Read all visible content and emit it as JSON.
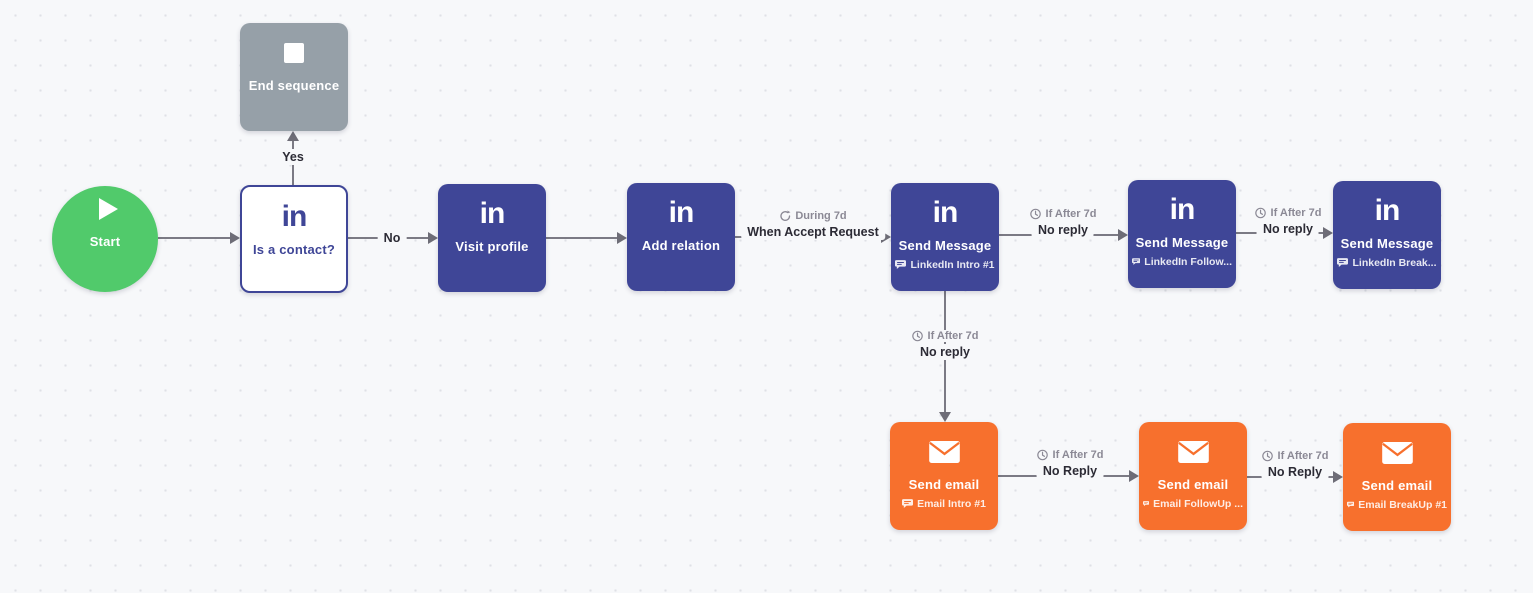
{
  "glyphs": {
    "linkedin": "in"
  },
  "colors": {
    "canvas_bg": "#f7f8fa",
    "dot": "#dfe1e6",
    "linkedin_node": "#3f4697",
    "email_node": "#f7702d",
    "start_node": "#51ca6b",
    "end_node": "#96a0a8",
    "edge_line": "#7b7a84",
    "edge_condition_text": "#8b8995",
    "edge_label_text": "#2c2b35"
  },
  "nodes": [
    {
      "id": "start",
      "type": "start",
      "icon": "play-icon",
      "label": "Start"
    },
    {
      "id": "end-sequence",
      "type": "end",
      "icon": "stop-icon",
      "label": "End sequence"
    },
    {
      "id": "is-contact",
      "type": "condition",
      "icon": "linkedin-icon",
      "label": "Is a contact?"
    },
    {
      "id": "visit-profile",
      "type": "linkedin-action",
      "icon": "linkedin-icon",
      "label": "Visit profile"
    },
    {
      "id": "add-relation",
      "type": "linkedin-action",
      "icon": "linkedin-icon",
      "label": "Add relation"
    },
    {
      "id": "send-message-1",
      "type": "linkedin-action",
      "icon": "linkedin-icon",
      "label": "Send Message",
      "sublabel": "LinkedIn Intro #1"
    },
    {
      "id": "send-message-2",
      "type": "linkedin-action",
      "icon": "linkedin-icon",
      "label": "Send Message",
      "sublabel": "LinkedIn Follow..."
    },
    {
      "id": "send-message-3",
      "type": "linkedin-action",
      "icon": "linkedin-icon",
      "label": "Send Message",
      "sublabel": "LinkedIn Break..."
    },
    {
      "id": "send-email-1",
      "type": "email-action",
      "icon": "envelope-icon",
      "label": "Send email",
      "sublabel": "Email Intro #1"
    },
    {
      "id": "send-email-2",
      "type": "email-action",
      "icon": "envelope-icon",
      "label": "Send email",
      "sublabel": "Email FollowUp ..."
    },
    {
      "id": "send-email-3",
      "type": "email-action",
      "icon": "envelope-icon",
      "label": "Send email",
      "sublabel": "Email BreakUp #1"
    }
  ],
  "edges": [
    {
      "from": "start",
      "to": "is-contact"
    },
    {
      "from": "is-contact",
      "to": "end-sequence",
      "label": "Yes"
    },
    {
      "from": "is-contact",
      "to": "visit-profile",
      "label": "No"
    },
    {
      "from": "visit-profile",
      "to": "add-relation"
    },
    {
      "from": "add-relation",
      "to": "send-message-1",
      "condition_icon": "sync-icon",
      "condition": "During 7d",
      "label": "When Accept Request"
    },
    {
      "from": "send-message-1",
      "to": "send-message-2",
      "condition_icon": "clock-icon",
      "condition": "If After 7d",
      "label": "No reply"
    },
    {
      "from": "send-message-2",
      "to": "send-message-3",
      "condition_icon": "clock-icon",
      "condition": "If After 7d",
      "label": "No reply"
    },
    {
      "from": "send-message-1",
      "to": "send-email-1",
      "condition_icon": "clock-icon",
      "condition": "If After 7d",
      "label": "No reply"
    },
    {
      "from": "send-email-1",
      "to": "send-email-2",
      "condition_icon": "clock-icon",
      "condition": "If After 7d",
      "label": "No Reply"
    },
    {
      "from": "send-email-2",
      "to": "send-email-3",
      "condition_icon": "clock-icon",
      "condition": "If After 7d",
      "label": "No Reply"
    }
  ]
}
